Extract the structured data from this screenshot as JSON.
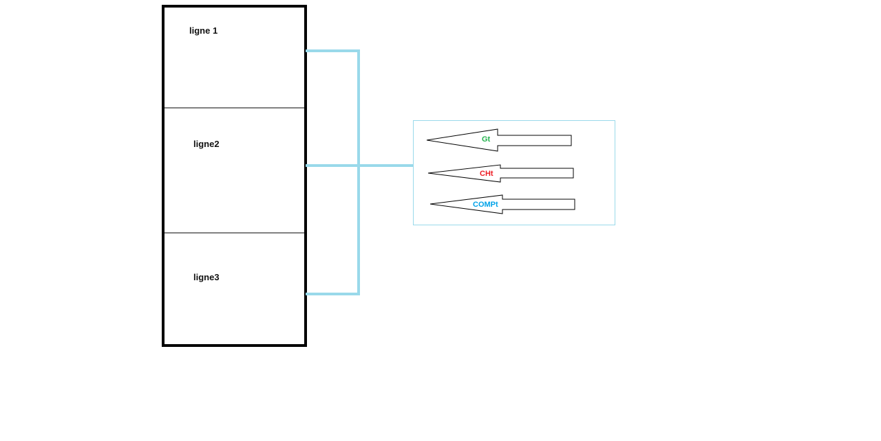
{
  "diagram": {
    "rows": [
      {
        "label": "ligne 1"
      },
      {
        "label": "ligne2"
      },
      {
        "label": "ligne3"
      }
    ],
    "arrows": [
      {
        "label": "Gt",
        "color": "#22b14c"
      },
      {
        "label": "CHt",
        "color": "#ed1c24"
      },
      {
        "label": "COMPt",
        "color": "#00a2e8"
      }
    ],
    "colors": {
      "connector": "#99d9ea",
      "box_border": "#000000",
      "panel_border": "#99d9ea"
    }
  }
}
